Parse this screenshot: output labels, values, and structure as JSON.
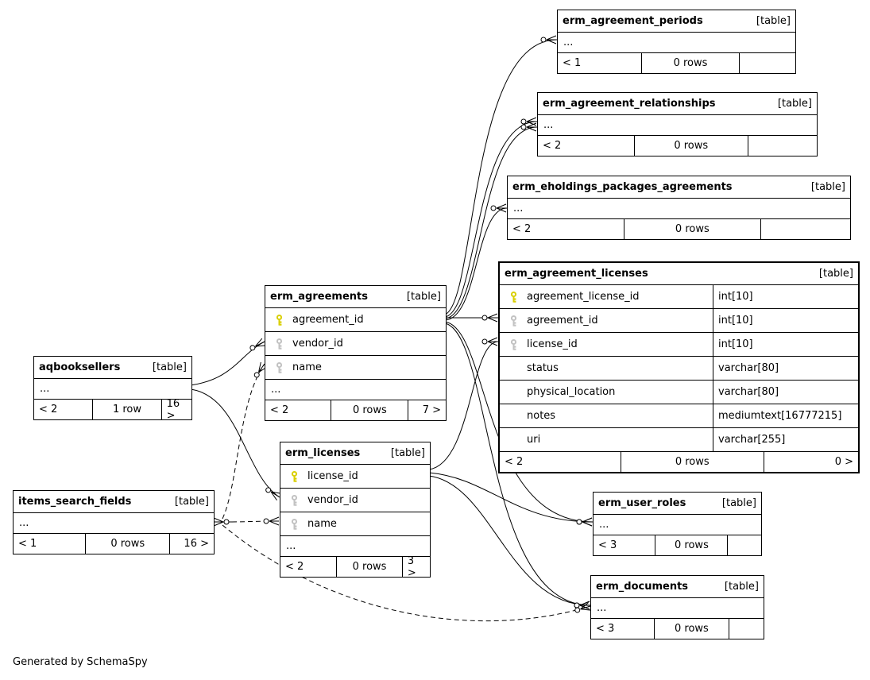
{
  "footer_note": "Generated by SchemaSpy",
  "colors": {
    "primary_key_icon": "#d9cf00",
    "foreign_key_icon": "#c2c2c2",
    "line": "#000000",
    "background": "#ffffff"
  },
  "tables": [
    {
      "name": "erm_agreement_periods",
      "tag": "[table]",
      "ellipsis": "...",
      "footer": {
        "left": "< 1",
        "center": "0 rows",
        "right": ""
      }
    },
    {
      "name": "erm_agreement_relationships",
      "tag": "[table]",
      "ellipsis": "...",
      "footer": {
        "left": "< 2",
        "center": "0 rows",
        "right": ""
      }
    },
    {
      "name": "erm_eholdings_packages_agreements",
      "tag": "[table]",
      "ellipsis": "...",
      "footer": {
        "left": "< 2",
        "center": "0 rows",
        "right": ""
      }
    },
    {
      "name": "erm_agreement_licenses",
      "tag": "[table]",
      "columns": [
        {
          "name": "agreement_license_id",
          "type": "int[10]",
          "key": "primary"
        },
        {
          "name": "agreement_id",
          "type": "int[10]",
          "key": "foreign"
        },
        {
          "name": "license_id",
          "type": "int[10]",
          "key": "foreign"
        },
        {
          "name": "status",
          "type": "varchar[80]",
          "key": ""
        },
        {
          "name": "physical_location",
          "type": "varchar[80]",
          "key": ""
        },
        {
          "name": "notes",
          "type": "mediumtext[16777215]",
          "key": ""
        },
        {
          "name": "uri",
          "type": "varchar[255]",
          "key": ""
        }
      ],
      "footer": {
        "left": "< 2",
        "center": "0 rows",
        "right": "0 >"
      }
    },
    {
      "name": "erm_agreements",
      "tag": "[table]",
      "columns": [
        {
          "name": "agreement_id",
          "key": "primary"
        },
        {
          "name": "vendor_id",
          "key": "foreign"
        },
        {
          "name": "name",
          "key": "foreign"
        }
      ],
      "ellipsis": "...",
      "footer": {
        "left": "< 2",
        "center": "0 rows",
        "right": "7 >"
      }
    },
    {
      "name": "aqbooksellers",
      "tag": "[table]",
      "ellipsis": "...",
      "footer": {
        "left": "< 2",
        "center": "1 row",
        "right": "16 >"
      }
    },
    {
      "name": "erm_licenses",
      "tag": "[table]",
      "columns": [
        {
          "name": "license_id",
          "key": "primary"
        },
        {
          "name": "vendor_id",
          "key": "foreign"
        },
        {
          "name": "name",
          "key": "foreign"
        }
      ],
      "ellipsis": "...",
      "footer": {
        "left": "< 2",
        "center": "0 rows",
        "right": "3 >"
      }
    },
    {
      "name": "items_search_fields",
      "tag": "[table]",
      "ellipsis": "...",
      "footer": {
        "left": "< 1",
        "center": "0 rows",
        "right": "16 >"
      }
    },
    {
      "name": "erm_user_roles",
      "tag": "[table]",
      "ellipsis": "...",
      "footer": {
        "left": "< 3",
        "center": "0 rows",
        "right": ""
      }
    },
    {
      "name": "erm_documents",
      "tag": "[table]",
      "ellipsis": "...",
      "footer": {
        "left": "< 3",
        "center": "0 rows",
        "right": ""
      }
    }
  ],
  "relationships": [
    {
      "from": "erm_agreements.agreement_id",
      "to": "erm_agreement_periods",
      "style": "solid"
    },
    {
      "from": "erm_agreements.agreement_id",
      "to": "erm_agreement_relationships",
      "style": "solid"
    },
    {
      "from": "erm_agreements.agreement_id",
      "to": "erm_agreement_relationships",
      "style": "solid"
    },
    {
      "from": "erm_agreements.agreement_id",
      "to": "erm_eholdings_packages_agreements",
      "style": "solid"
    },
    {
      "from": "erm_agreements.agreement_id",
      "to": "erm_agreement_licenses.agreement_id",
      "style": "solid"
    },
    {
      "from": "erm_licenses.license_id",
      "to": "erm_agreement_licenses.license_id",
      "style": "solid"
    },
    {
      "from": "erm_agreements.agreement_id",
      "to": "erm_user_roles",
      "style": "solid"
    },
    {
      "from": "erm_licenses.license_id",
      "to": "erm_user_roles",
      "style": "solid"
    },
    {
      "from": "erm_agreements.agreement_id",
      "to": "erm_documents",
      "style": "solid"
    },
    {
      "from": "erm_licenses.license_id",
      "to": "erm_documents",
      "style": "solid"
    },
    {
      "from": "aqbooksellers",
      "to": "erm_agreements.vendor_id",
      "style": "solid"
    },
    {
      "from": "aqbooksellers",
      "to": "erm_licenses.vendor_id",
      "style": "solid"
    },
    {
      "from": "items_search_fields",
      "to": "erm_agreements.name",
      "style": "dashed"
    },
    {
      "from": "items_search_fields",
      "to": "erm_licenses.name",
      "style": "dashed"
    },
    {
      "from": "items_search_fields",
      "to": "erm_documents",
      "style": "dashed"
    }
  ]
}
